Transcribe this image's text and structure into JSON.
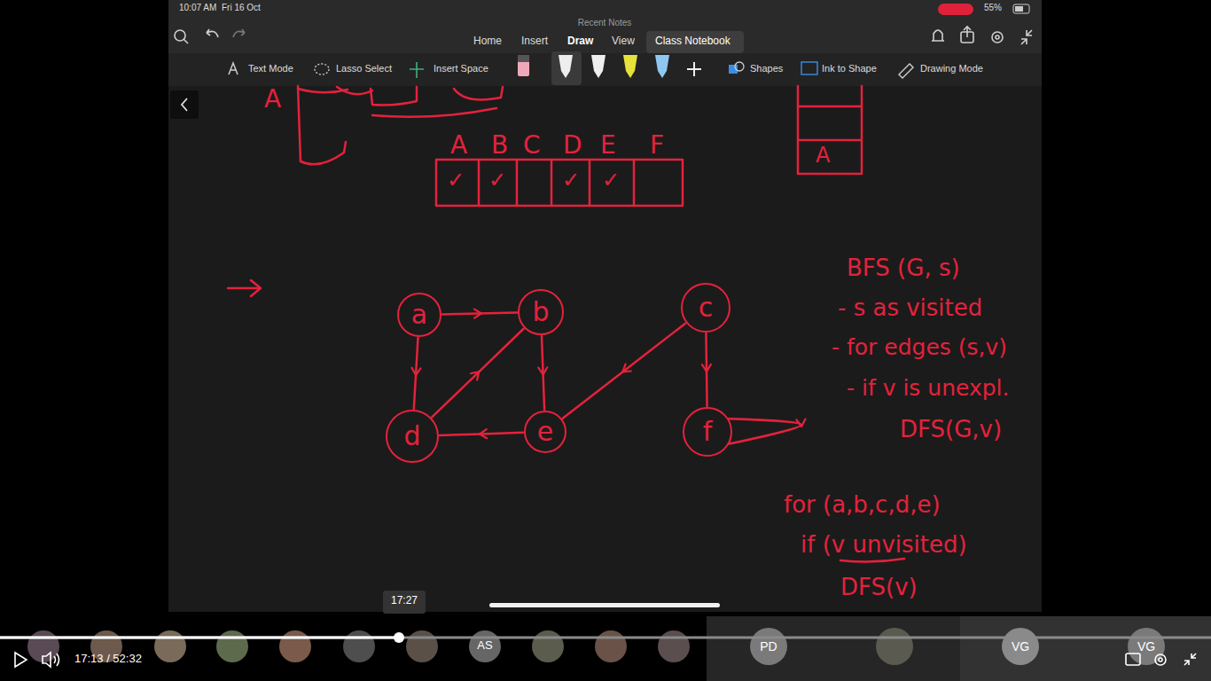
{
  "diagram": {
    "nodes": [
      {
        "text": [
          "a"
        ]
      },
      {
        "text": [
          "b"
        ]
      },
      {
        "text": [
          "c"
        ]
      },
      {
        "text": [
          "d"
        ]
      },
      {
        "text": [
          "e"
        ]
      },
      {
        "text": [
          "f"
        ]
      }
    ],
    "edges": [
      {
        "from": 0,
        "to": 1,
        "arrow": "to"
      },
      {
        "from": 0,
        "to": 3,
        "arrow": "to"
      },
      {
        "from": 3,
        "to": 1,
        "arrow": "to"
      },
      {
        "from": 1,
        "to": 4,
        "arrow": "to"
      },
      {
        "from": 4,
        "to": 3,
        "arrow": "to"
      },
      {
        "from": 2,
        "to": 4,
        "arrow": "to"
      },
      {
        "from": 2,
        "to": 5,
        "arrow": "to"
      },
      {
        "from": 5,
        "to": 5,
        "arrow": "to"
      }
    ],
    "labels": [
      "10:07 AM",
      "Fri 16 Oct",
      "Recent Notes",
      "55%",
      "Home",
      "Insert",
      "Draw",
      "View",
      "Class Notebook",
      "Text Mode",
      "Lasso Select",
      "Insert Space",
      "Shapes",
      "Ink to Shape",
      "Drawing Mode",
      "A",
      "A",
      "B",
      "C",
      "D",
      "E",
      "F",
      "✓",
      "✓",
      "✓",
      "✓",
      "A",
      "BFS (G, s)",
      "- s as visited",
      "- for edges (s,v)",
      "- if v is unexpl.",
      "DFS(G,v)",
      "for (a,b,c,d,e)",
      "if (v unvisited)",
      "DFS(v)",
      "17:27",
      "17:13 / 52:32",
      "AS",
      "PD",
      "VG",
      "VG"
    ]
  }
}
